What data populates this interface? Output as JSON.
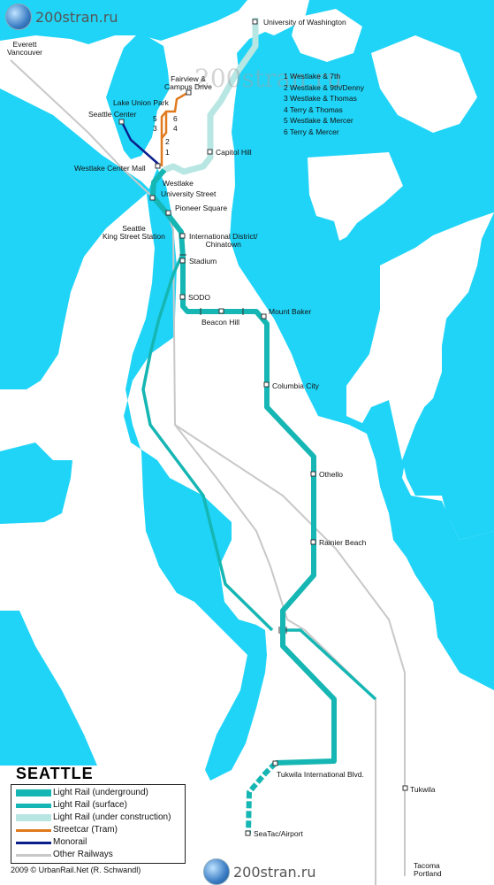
{
  "watermark": {
    "site": "200stran.ru",
    "faint": "200stran.ru"
  },
  "directions": {
    "north": "Everett\nVancouver",
    "tukwila": "Tukwila",
    "south": "Tacoma\nPortland"
  },
  "stations": {
    "uw": "University of Washington",
    "capitol_hill": "Capitol Hill",
    "fairview": "Fairview &\nCampus Drive",
    "lake_union": "Lake Union Park",
    "seattle_center": "Seattle Center",
    "westlake_center": "Westlake Center Mall",
    "westlake": "Westlake",
    "university_st": "University Street",
    "pioneer": "Pioneer Square",
    "king_street": "Seattle\nKing Street Station",
    "intl_district": "International District/\nChinatown",
    "stadium": "Stadium",
    "sodo": "SODO",
    "beacon_hill": "Beacon Hill",
    "mount_baker": "Mount Baker",
    "columbia_city": "Columbia City",
    "othello": "Othello",
    "rainier_beach": "Rainier Beach",
    "tukwila_intl": "Tukwila International Blvd.",
    "seatac": "SeaTac/Airport"
  },
  "streetcar_numbers": [
    "5",
    "6",
    "3",
    "4",
    "2",
    "1"
  ],
  "streetcar_stops": [
    "1 Westlake & 7th",
    "2 Westlake & 9th/Denny",
    "3 Westlake & Thomas",
    "4 Terry & Thomas",
    "5 Westlake & Mercer",
    "6 Terry & Mercer"
  ],
  "legend": {
    "title": "SEATTLE",
    "items": [
      {
        "label": "Light Rail (underground)",
        "color": "#15b6b3",
        "style": "thick"
      },
      {
        "label": "Light Rail (surface)",
        "color": "#15b6b3",
        "style": "medium"
      },
      {
        "label": "Light Rail (under construction)",
        "color": "#b8e6e3",
        "style": "thick"
      },
      {
        "label": "Streetcar (Tram)",
        "color": "#e07a1f",
        "style": "medium"
      },
      {
        "label": "Monorail",
        "color": "#0b1f8c",
        "style": "medium"
      },
      {
        "label": "Other Railways",
        "color": "#c8c8c8",
        "style": "medium"
      }
    ],
    "credit": "2009 © UrbanRail.Net (R. Schwandl)"
  },
  "colors": {
    "water": "#20d4f7",
    "light_rail": "#15b6b3",
    "construction": "#b8e6e3",
    "streetcar": "#e07a1f",
    "monorail": "#0b1f8c",
    "railway": "#c8c8c8"
  }
}
